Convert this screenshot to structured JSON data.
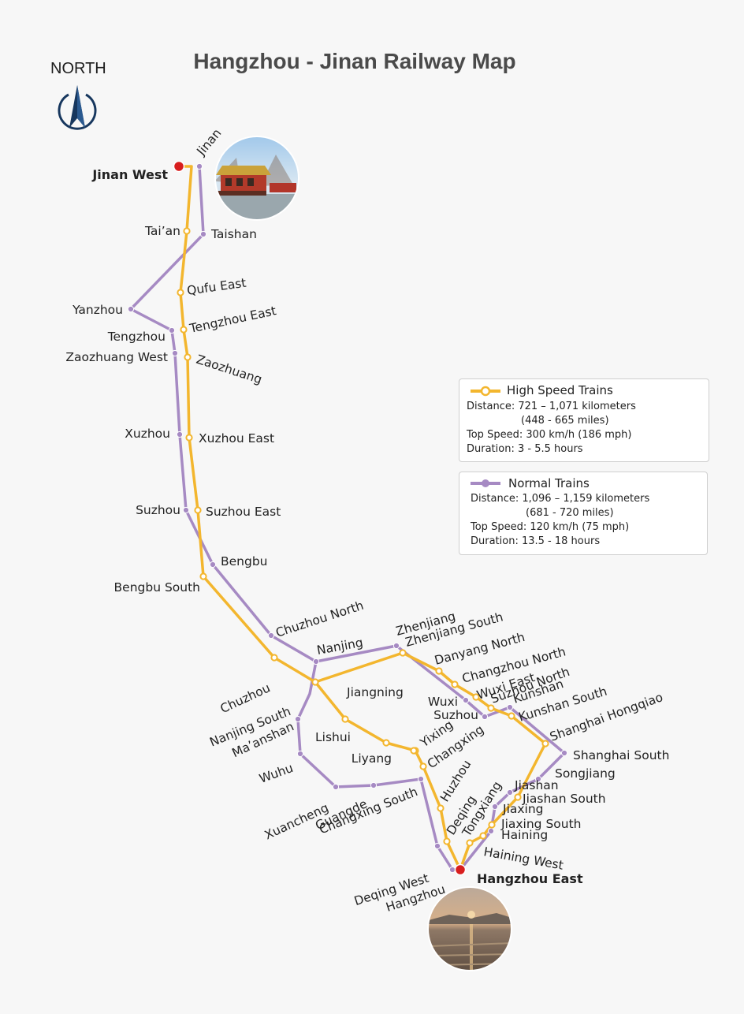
{
  "title": "Hangzhou - Jinan Railway Map",
  "compass": {
    "label": "NORTH",
    "icon": "compass-arrow-icon"
  },
  "colors": {
    "high_speed": "#f3b62e",
    "normal": "#a68ac3",
    "terminal": "#d81e1e",
    "text": "#222222"
  },
  "legend": {
    "high_speed": {
      "title": "High Speed Trains",
      "lines": [
        "Distance: 721 – 1,071 kilometers",
        "(448 - 665 miles)",
        "Top Speed: 300 km/h (186 mph)",
        "Duration: 3 - 5.5 hours"
      ]
    },
    "normal": {
      "title": "Normal Trains",
      "lines": [
        "Distance: 1,096 – 1,159 kilometers",
        "(681 - 720 miles)",
        "Top Speed: 120 km/h (75 mph)",
        "Duration: 13.5 - 18 hours"
      ]
    }
  },
  "terminals": {
    "north": "Jinan West",
    "south": "Hangzhou East"
  },
  "photos": {
    "north": "jinan-lake-pavilion-photo",
    "south": "west-lake-sunset-photo"
  },
  "high_speed_stations": [
    "Jinan West",
    "Tai’an",
    "Qufu East",
    "Tengzhou East",
    "Zaozhuang",
    "Xuzhou East",
    "Suzhou East",
    "Bengbu South",
    "Chuzhou",
    "Nanjing South",
    "Jiangning",
    "Lishui",
    "Liyang",
    "Yixing",
    "Changxing",
    "Huzhou",
    "Deqing",
    "Tongxiang",
    "Zhenjiang South",
    "Danyang North",
    "Changzhou North",
    "Wuxi East",
    "Suzhou North",
    "Kunshan South",
    "Shanghai Hongqiao",
    "Jiashan South",
    "Jiaxing South",
    "Haining West",
    "Hangzhou East"
  ],
  "normal_stations": [
    "Jinan",
    "Taishan",
    "Yanzhou",
    "Tengzhou",
    "Zaozhuang West",
    "Xuzhou",
    "Suzhou",
    "Bengbu",
    "Chuzhou North",
    "Nanjing",
    "Zhenjiang",
    "Wuxi",
    "Suzhou",
    "Kunshan",
    "Shanghai South",
    "Songjiang",
    "Jiashan",
    "Jiaxing",
    "Haining",
    "Hangzhou",
    "Ma’anshan",
    "Wuhu",
    "Xuancheng",
    "Guangde",
    "Changxing South",
    "Deqing West"
  ]
}
